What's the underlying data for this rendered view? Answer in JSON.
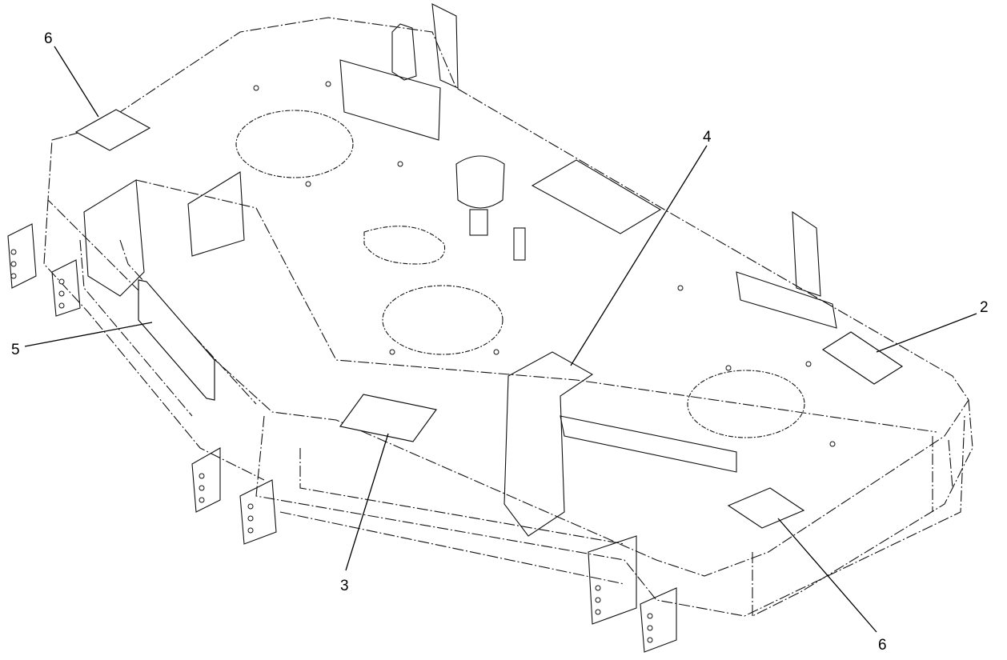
{
  "callouts": [
    {
      "id": "callout-6-top",
      "label": "6"
    },
    {
      "id": "callout-4",
      "label": "4"
    },
    {
      "id": "callout-2",
      "label": "2"
    },
    {
      "id": "callout-5",
      "label": "5"
    },
    {
      "id": "callout-3",
      "label": "3"
    },
    {
      "id": "callout-6-bottom",
      "label": "6"
    }
  ]
}
